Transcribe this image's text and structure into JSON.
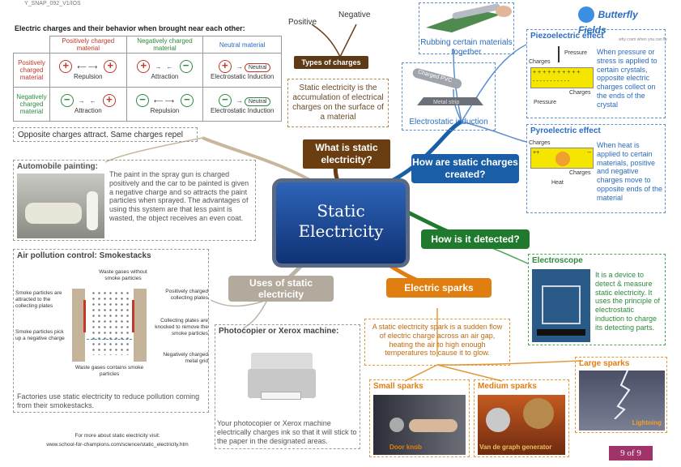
{
  "doc_id": "Y_SNAP_092_V1/IOS",
  "logo": {
    "name": "Butterfly Fields",
    "tagline": "why cram when you can fly"
  },
  "charges_table": {
    "title": "Electric charges and their behavior when brought near each other:",
    "headers": [
      "Positively charged material",
      "Negatively charged material",
      "Neutral material"
    ],
    "rows": [
      {
        "label": "Positively charged material",
        "cells": [
          "Repulsion",
          "Attraction",
          "Electrostatic Induction"
        ]
      },
      {
        "label": "Negatively charged material",
        "cells": [
          "Attraction",
          "Repulsion",
          "Electrostatic Induction"
        ]
      }
    ],
    "neutral_label": "Neutral",
    "summary": "Opposite charges attract. Same charges repel"
  },
  "types": {
    "positive": "Positive",
    "negative": "Negative",
    "label": "Types of charges"
  },
  "definition": "Static electricity is the accumulation of electrical charges on the surface of a material",
  "what_is": "What is static electricity?",
  "center": "Static Electricity",
  "rubbing": "Rubbing certain materials together",
  "induction": {
    "caption": "Electrostatic induction",
    "pvc": "Charged PVC",
    "strip": "Metal strip"
  },
  "how_created": "How are static charges created?",
  "piezo": {
    "title": "Piezoelectric effect",
    "pressure_top": "Pressure",
    "pressure_bottom": "Pressure",
    "charges_left": "Charges",
    "charges_right": "Charges",
    "plus_row": "+ + + + + + + + + +",
    "minus_row": "- - - - - - - - - - -",
    "text": "When pressure or stress is applied to certain crystals, opposite electric charges collect on the ends of the crystal"
  },
  "pyro": {
    "title": "Pyroelectric effect",
    "charges_top": "Charges",
    "charges_right": "Charges",
    "heat": "Heat",
    "plus": "++",
    "minus": "--",
    "text": "When heat is applied to certain materials, positive and negative charges move to opposite ends of the material"
  },
  "how_detected": "How is it detected?",
  "electroscope": {
    "title": "Electroscope",
    "text": "It is a device to detect & measure static electricity. It uses the principle of electrostatic induction to charge its detecting parts."
  },
  "car": {
    "title": "Automobile painting:",
    "text": "The paint in the spray gun is charged positively and the car to be painted is given a negative charge and so attracts the paint particles when sprayed. The advantages of using this system are that less paint is wasted, the object receives an even coat."
  },
  "uses": "Uses of static electricity",
  "sparks_label": "Electric sparks",
  "sparks_def": "A static electricity spark is a sudden flow of electric charge across an air gap, heating the air to high enough temperatures to cause it to glow.",
  "smokestack": {
    "title": "Air pollution control: Smokestacks",
    "waste_top": "Waste gases without smoke particles",
    "smoke_attracted": "Smoke particles are attracted to the collecting plates",
    "pos_plates": "Positively charged collecting plates",
    "plates_knocked": "Collecting plates are knocked to remove the smoke particles",
    "pickup": "Smoke particles pick up a negative charge",
    "neg_grid": "Negatively charged metal grid",
    "waste_bottom": "Waste gases contains smoke particles",
    "text": "Factories use static electricity to reduce pollution coming from their smokestacks."
  },
  "photocopier": {
    "title": "Photocopier or Xerox machine:",
    "text": "Your photocopier or Xerox machine electrically charges ink so that it will stick to the paper in the designated areas."
  },
  "small_sparks": {
    "title": "Small sparks",
    "caption": "Door knob"
  },
  "medium_sparks": {
    "title": "Medium sparks",
    "caption": "Van de graph generator"
  },
  "large_sparks": {
    "title": "Large sparks",
    "caption": "Lightning"
  },
  "footer": {
    "line1": "For more about static electricity visit:",
    "line2": "www.school-for-champions.com/science/static_electricity.htm"
  },
  "page": "9 of 9"
}
